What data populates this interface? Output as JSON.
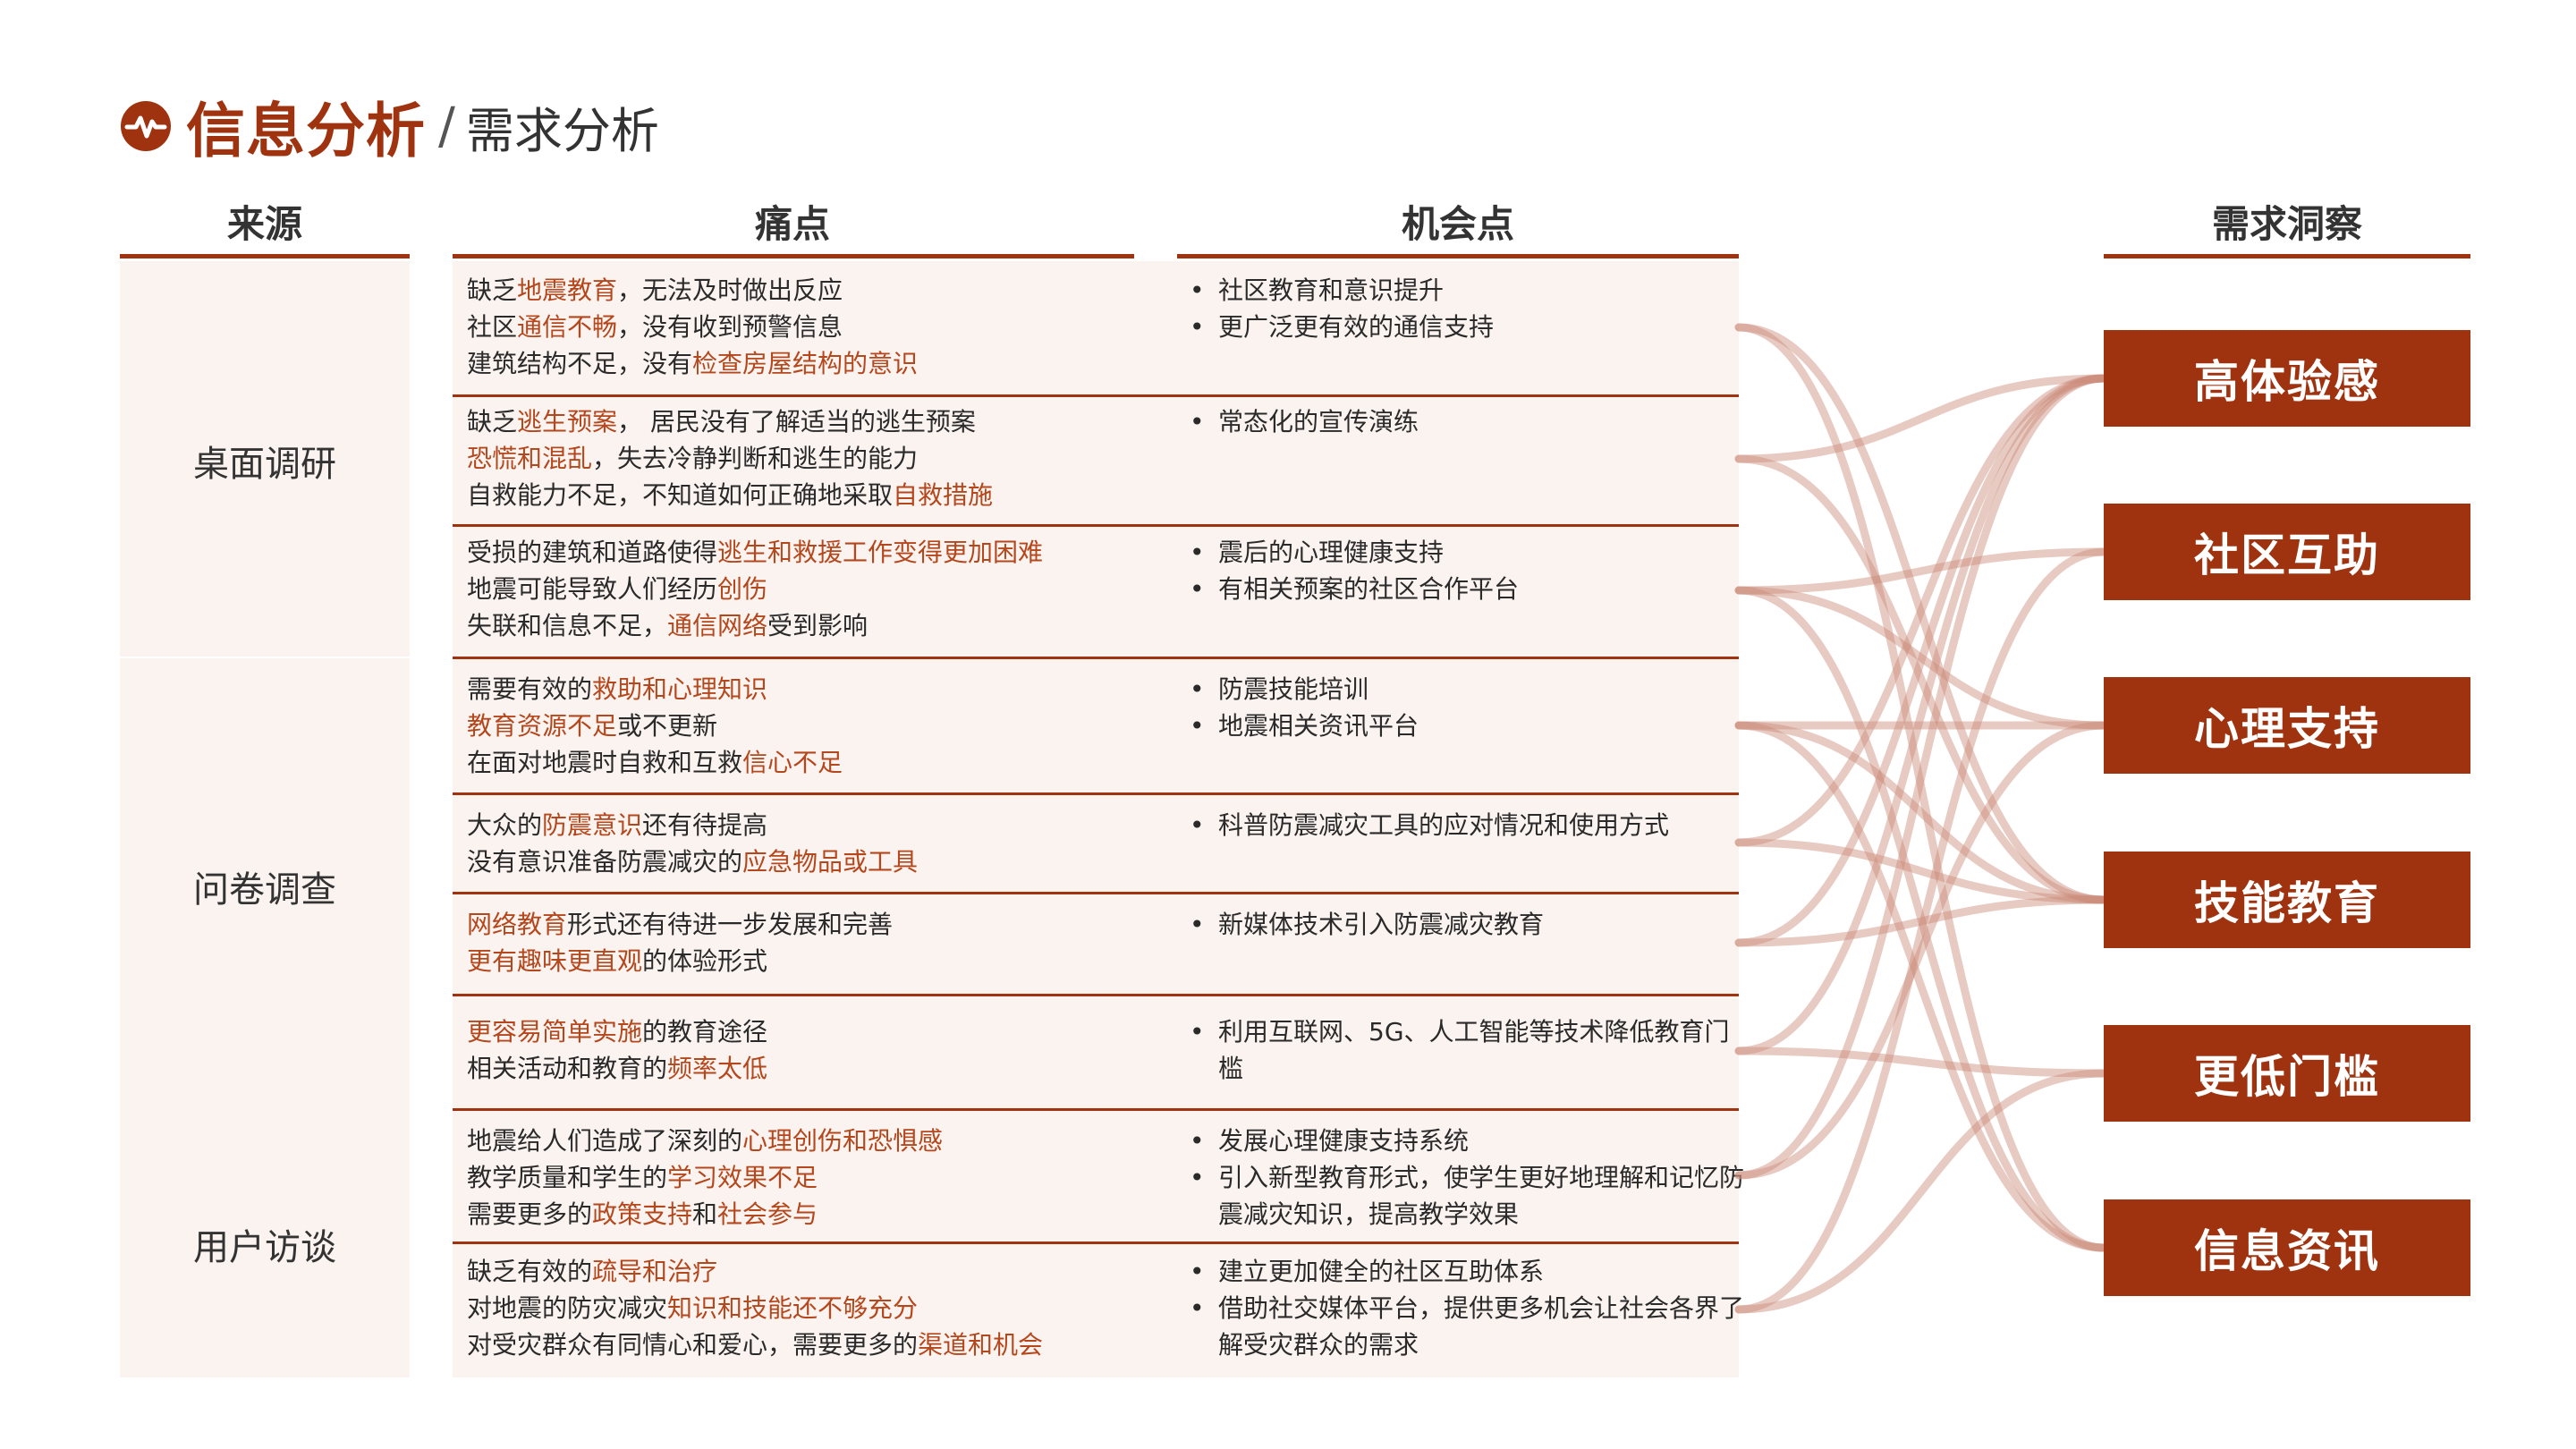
{
  "title": {
    "main": "信息分析",
    "separator": "/",
    "sub": "需求分析",
    "logo_icon": "pulse-icon"
  },
  "columns": {
    "source": "来源",
    "pain": "痛点",
    "opportunity": "机会点",
    "insight": "需求洞察"
  },
  "sources": [
    "桌面调研",
    "问卷调查",
    "用户访谈"
  ],
  "rows": [
    {
      "pain": [
        [
          {
            "t": "缺乏"
          },
          {
            "t": "地震教育",
            "h": true
          },
          {
            "t": "，无法及时做出反应"
          }
        ],
        [
          {
            "t": "社区"
          },
          {
            "t": "通信不畅",
            "h": true
          },
          {
            "t": "，没有收到预警信息"
          }
        ],
        [
          {
            "t": "建筑结构不足，没有"
          },
          {
            "t": "检查房屋结构的意识",
            "h": true
          }
        ]
      ],
      "opps": [
        "社区教育和意识提升",
        "更广泛更有效的通信支持"
      ]
    },
    {
      "pain": [
        [
          {
            "t": "缺乏"
          },
          {
            "t": "逃生预案",
            "h": true
          },
          {
            "t": "， 居民没有了解适当的逃生预案"
          }
        ],
        [
          {
            "t": "恐慌和混乱",
            "h": true
          },
          {
            "t": "，失去冷静判断和逃生的能力"
          }
        ],
        [
          {
            "t": "自救能力不足，不知道如何正确地采取"
          },
          {
            "t": "自救措施",
            "h": true
          }
        ]
      ],
      "opps": [
        "常态化的宣传演练"
      ]
    },
    {
      "pain": [
        [
          {
            "t": "受损的建筑和道路使得"
          },
          {
            "t": "逃生和救援工作变得更加困难",
            "h": true
          }
        ],
        [
          {
            "t": "地震可能导致人们经历"
          },
          {
            "t": "创伤",
            "h": true
          }
        ],
        [
          {
            "t": "失联和信息不足，"
          },
          {
            "t": "通信网络",
            "h": true
          },
          {
            "t": "受到影响"
          }
        ]
      ],
      "opps": [
        "震后的心理健康支持",
        "有相关预案的社区合作平台"
      ]
    },
    {
      "pain": [
        [
          {
            "t": "需要有效的"
          },
          {
            "t": "救助和心理知识",
            "h": true
          }
        ],
        [
          {
            "t": "教育资源不足",
            "h": true
          },
          {
            "t": "或不更新"
          }
        ],
        [
          {
            "t": "在面对地震时自救和互救"
          },
          {
            "t": "信心不足",
            "h": true
          }
        ]
      ],
      "opps": [
        "防震技能培训",
        "地震相关资讯平台"
      ]
    },
    {
      "pain": [
        [
          {
            "t": "大众的"
          },
          {
            "t": "防震意识",
            "h": true
          },
          {
            "t": "还有待提高"
          }
        ],
        [
          {
            "t": "没有意识准备防震减灾的"
          },
          {
            "t": "应急物品或工具",
            "h": true
          }
        ]
      ],
      "opps": [
        "科普防震减灾工具的应对情况和使用方式"
      ]
    },
    {
      "pain": [
        [
          {
            "t": "网络教育",
            "h": true
          },
          {
            "t": "形式还有待进一步发展和完善"
          }
        ],
        [
          {
            "t": "更有趣味更直观",
            "h": true
          },
          {
            "t": "的体验形式"
          }
        ]
      ],
      "opps": [
        "新媒体技术引入防震减灾教育"
      ]
    },
    {
      "pain": [
        [
          {
            "t": "更容易简单实施",
            "h": true
          },
          {
            "t": "的教育途径"
          }
        ],
        [
          {
            "t": "相关活动和教育的"
          },
          {
            "t": "频率太低",
            "h": true
          }
        ]
      ],
      "opps": [
        "利用互联网、5G、人工智能等技术降低教育门槛"
      ]
    },
    {
      "pain": [
        [
          {
            "t": "地震给人们造成了深刻的"
          },
          {
            "t": "心理创伤和恐惧感",
            "h": true
          }
        ],
        [
          {
            "t": "教学质量和学生的"
          },
          {
            "t": "学习效果不足",
            "h": true
          }
        ],
        [
          {
            "t": "需要更多的"
          },
          {
            "t": "政策支持",
            "h": true
          },
          {
            "t": "和"
          },
          {
            "t": "社会参与",
            "h": true
          }
        ]
      ],
      "opps": [
        "发展心理健康支持系统",
        "引入新型教育形式，使学生更好地理解和记忆防震减灾知识，提高教学效果"
      ]
    },
    {
      "pain": [
        [
          {
            "t": "缺乏有效的"
          },
          {
            "t": "疏导和治疗",
            "h": true
          }
        ],
        [
          {
            "t": "对地震的防灾减灾"
          },
          {
            "t": "知识和技能还不够充分",
            "h": true
          }
        ],
        [
          {
            "t": "对受灾群众有同情心和爱心，需要更多的"
          },
          {
            "t": "渠道和机会",
            "h": true
          }
        ]
      ],
      "opps": [
        "建立更加健全的社区互助体系",
        "借助社交媒体平台，提供更多机会让社会各界了解受灾群众的需求"
      ]
    }
  ],
  "insights": [
    "高体验感",
    "社区互助",
    "心理支持",
    "技能教育",
    "更低门槛",
    "信息资讯"
  ],
  "links": [
    [
      0,
      3
    ],
    [
      0,
      5
    ],
    [
      1,
      0
    ],
    [
      1,
      3
    ],
    [
      2,
      1
    ],
    [
      2,
      2
    ],
    [
      2,
      5
    ],
    [
      3,
      2
    ],
    [
      3,
      3
    ],
    [
      3,
      5
    ],
    [
      4,
      3
    ],
    [
      4,
      0
    ],
    [
      5,
      0
    ],
    [
      5,
      3
    ],
    [
      6,
      4
    ],
    [
      6,
      0
    ],
    [
      7,
      2
    ],
    [
      7,
      0
    ],
    [
      8,
      1
    ],
    [
      8,
      4
    ]
  ],
  "colors": {
    "accent": "#a0330f",
    "highlight": "#b5471d",
    "band": "#fbf3ef",
    "link": "#c98a78"
  }
}
